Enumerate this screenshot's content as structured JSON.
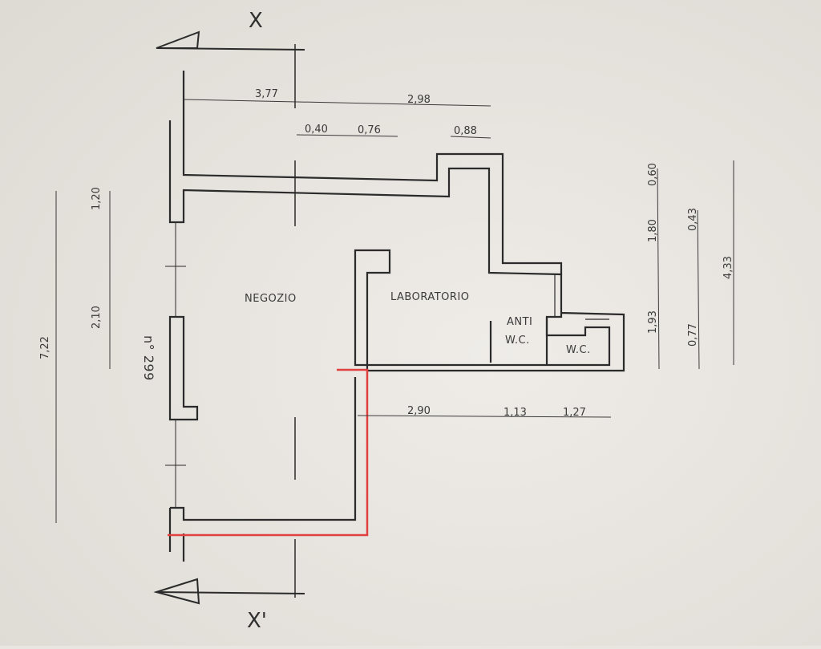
{
  "plan": {
    "section_top": "X",
    "section_bottom": "X'",
    "street_number": "n° 299",
    "rooms": {
      "negozio": "NEGOZIO",
      "laboratorio": "LABORATORIO",
      "anti_wc_1": "ANTI",
      "anti_wc_2": "W.C.",
      "wc": "W.C."
    },
    "dims": {
      "top_a": "3,77",
      "top_b": "2,98",
      "top_c": "0,40",
      "top_d": "0,76",
      "top_e": "0,88",
      "left_a": "1,20",
      "left_b": "2,10",
      "left_total": "7,22",
      "bottom_a": "2,90",
      "bottom_b": "1,13",
      "bottom_c": "1,27",
      "right_a": "0,60",
      "right_b": "1,80",
      "right_c": "1,93",
      "right_d": "0,43",
      "right_e": "0,77",
      "right_total": "4,33"
    }
  },
  "colors": {
    "paper": "#e9e6e1",
    "ink": "#2b2b2b",
    "highlight": "#e0403f"
  }
}
